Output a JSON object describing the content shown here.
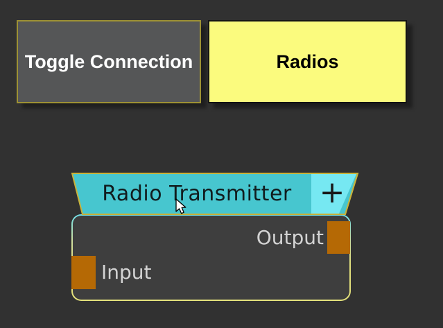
{
  "colors": {
    "background": "#313131",
    "header_cyan": "#47c6cf",
    "header_light_cyan": "#76e8f2",
    "header_border": "#c9b23a",
    "port_orange": "#b56905",
    "radios_yellow": "#fbfb7e",
    "toggle_gray": "#555657",
    "toggle_border": "#9d9134",
    "node_body_fill": "#3e3e3e",
    "node_body_border_top": "#6fdde6",
    "node_body_border_bottom": "#e3e17b",
    "port_label_text": "#d3d3d3",
    "header_title_text": "#111c1e"
  },
  "buttons": {
    "toggle_connection": {
      "label": "Toggle Connection"
    },
    "radios": {
      "label": "Radios"
    }
  },
  "node": {
    "title": "Radio Transmitter",
    "add_button_label": "+",
    "output_port": {
      "label": "Output"
    },
    "input_port": {
      "label": "Input"
    }
  }
}
